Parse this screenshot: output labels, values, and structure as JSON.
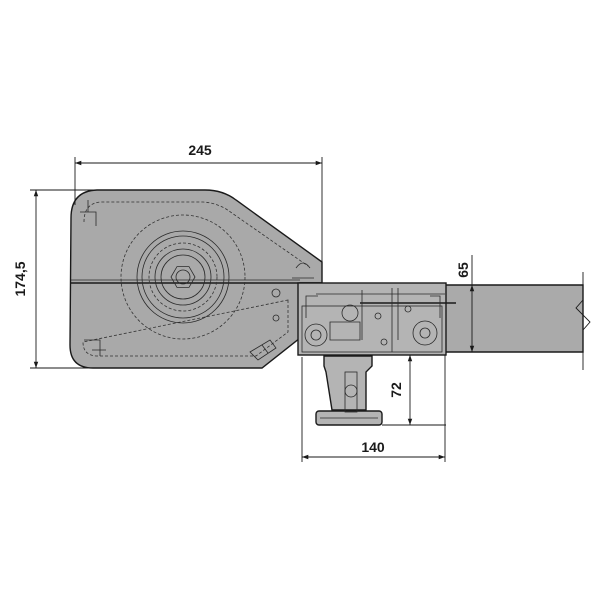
{
  "dimensions": {
    "overall_width": "245",
    "overall_height": "174,5",
    "rail_height": "65",
    "bracket_height": "72",
    "bracket_width": "140"
  },
  "colors": {
    "housing": "#a9a9a9",
    "mechanism": "#b4b4b4",
    "rail": "#aaaaaa",
    "line": "#1a1a1a",
    "background": "#ffffff"
  }
}
